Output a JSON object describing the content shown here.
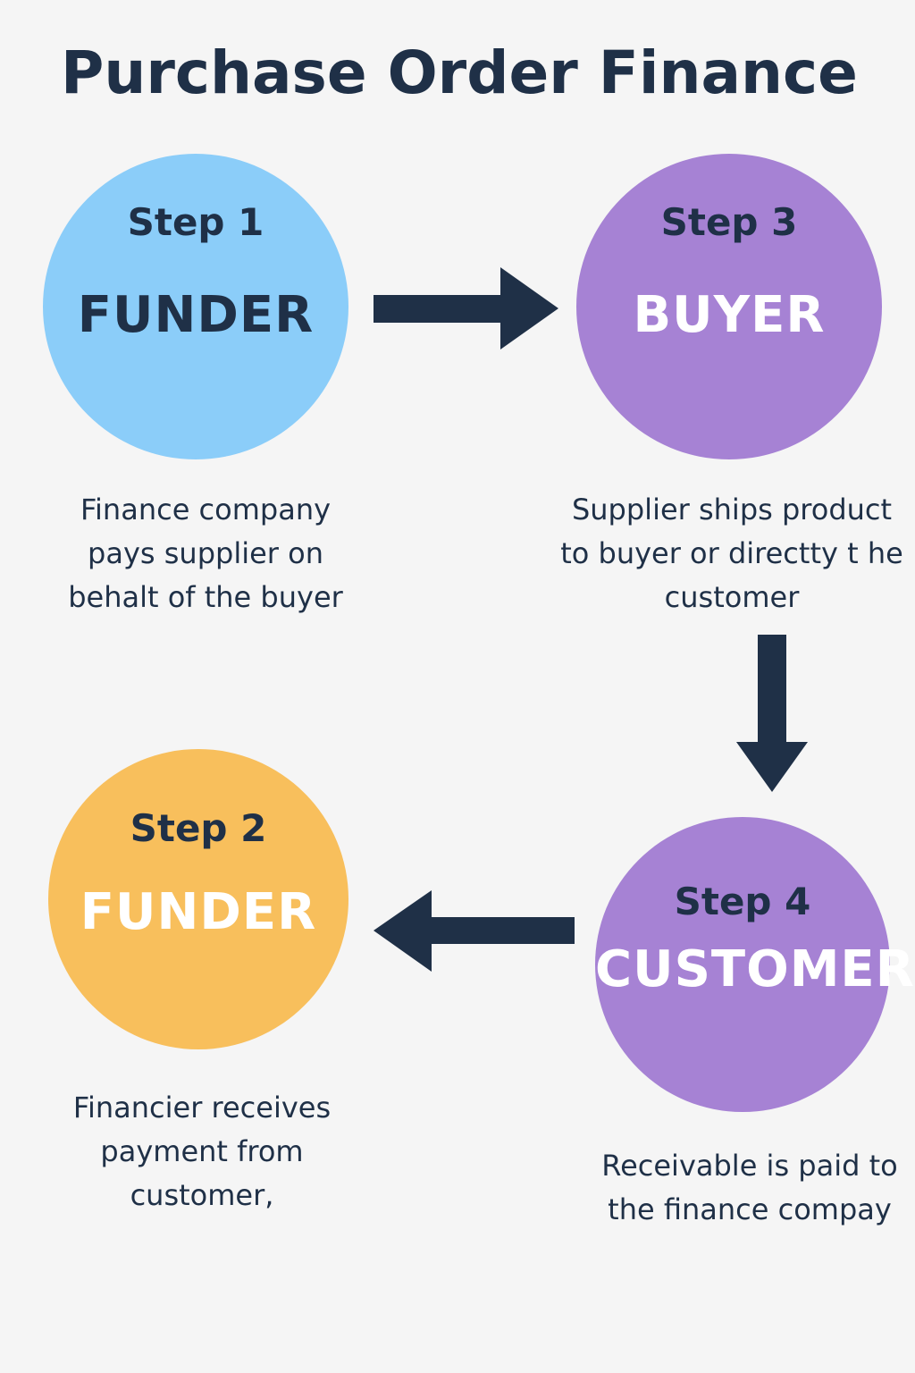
{
  "title": "Purchase Order Finance",
  "colors": {
    "background": "#f5f5f5",
    "text_dark": "#1f3047",
    "text_light": "#ffffff",
    "arrow": "#1f3047",
    "step1_circle": "#8bcdf9",
    "step2_circle": "#f8bf5c",
    "step3_circle": "#a682d4",
    "step4_circle": "#a682d4"
  },
  "steps": {
    "step1": {
      "step_label": "Step 1",
      "role": "FUNDER",
      "description_lines": [
        "Finance company",
        "pays supplier on",
        "behalt of the buyer"
      ]
    },
    "step2": {
      "step_label": "Step 2",
      "role": "FUNDER",
      "description_lines": [
        "Financier receives",
        "payment from",
        "customer,"
      ]
    },
    "step3": {
      "step_label": "Step 3",
      "role": "BUYER",
      "description_lines": [
        "Supplier ships product",
        "to buyer or directty t he",
        "customer"
      ]
    },
    "step4": {
      "step_label": "Step 4",
      "role": "CUSTOMER",
      "description_lines": [
        "Receivable is paid to",
        "the finance compay"
      ]
    }
  },
  "arrows": [
    {
      "from": "step1",
      "to": "step3",
      "direction": "right"
    },
    {
      "from": "step3",
      "to": "step4",
      "direction": "down"
    },
    {
      "from": "step4",
      "to": "step2",
      "direction": "left"
    }
  ]
}
